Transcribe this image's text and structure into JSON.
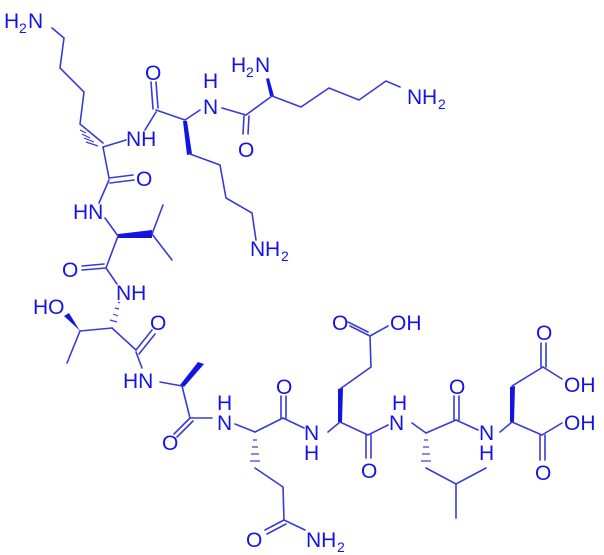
{
  "diagram": {
    "type": "chemical-structure",
    "description": "Peptide skeletal formula",
    "color": "#1414e6",
    "background": "#ffffff",
    "labels": {
      "lys_n_amine": "H",
      "lys_n_amine_sub": "2",
      "lys_n_amine_N": "N",
      "lys1_side_N": "N",
      "lys1_side_H": "H",
      "lys1_side_sub": "2",
      "lys2_side_N": "N",
      "lys2_side_H": "H",
      "lys2_side_sub": "2",
      "lys3_side_N": "N",
      "lys3_side_H": "H",
      "lys3_side_sub": "2",
      "o_lys1": "O",
      "o_lys2": "O",
      "nh_lys2": "N",
      "nh_lys2_h": "H",
      "nh_lys3": "NH",
      "o_lys3": "O",
      "hn_val": "HN",
      "o_val": "O",
      "nh_thr": "NH",
      "ho_thr": "HO",
      "o_thr": "O",
      "hn_ala": "HN",
      "o_ala": "O",
      "nh_gln": "N",
      "nh_gln_h": "H",
      "o_gln": "O",
      "o_gln_side": "O",
      "nh2_gln_N": "NH",
      "nh2_gln_sub": "2",
      "nh_glu": "N",
      "nh_glu_h": "H",
      "o_glu": "O",
      "o_glu_side": "O",
      "oh_glu_side": "OH",
      "nh_leu": "N",
      "nh_leu_h": "H",
      "o_leu": "O",
      "nh_asp": "N",
      "nh_asp_h": "H",
      "o_asp_side": "O",
      "oh_asp_side": "OH",
      "oh_asp_c": "OH",
      "o_asp_c": "O"
    },
    "residues": [
      "Lys",
      "Lys",
      "Lys",
      "Val",
      "Thr",
      "Ala",
      "Gln",
      "Glu",
      "Leu",
      "Asp"
    ]
  }
}
